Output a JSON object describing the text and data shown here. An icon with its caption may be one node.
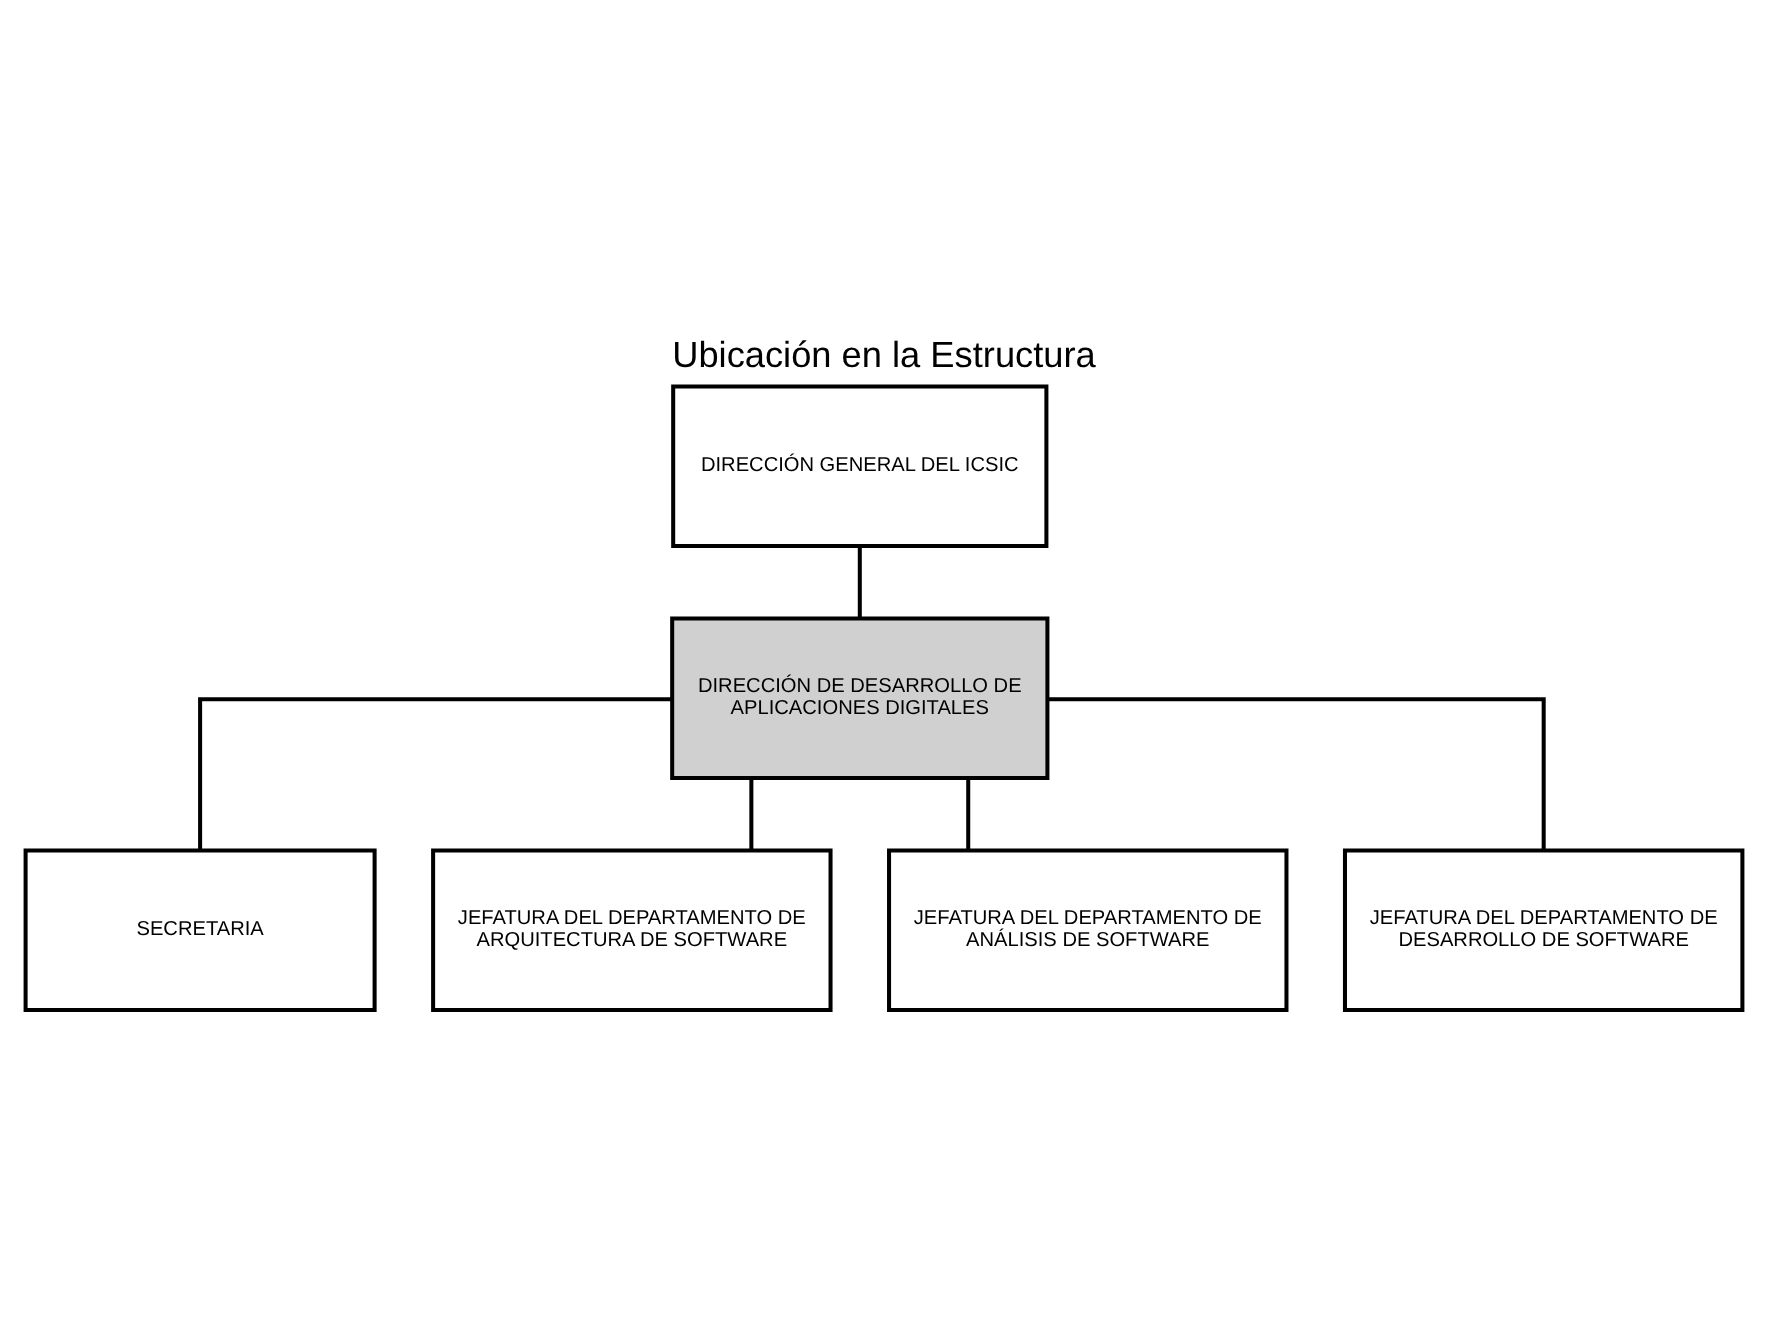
{
  "diagram": {
    "title": "Ubicación en la Estructura",
    "nodes": [
      {
        "text": [
          "DIRECCIÓN GENERAL DEL ICSIC"
        ]
      },
      {
        "text": [
          "DIRECCIÓN DE DESARROLLO DE APLICACIONES DIGITALES"
        ]
      },
      {
        "text": [
          "SECRETARIA"
        ]
      },
      {
        "text": [
          "JEFATURA DEL DEPARTAMENTO DE ARQUITECTURA DE SOFTWARE"
        ]
      },
      {
        "text": [
          "JEFATURA DEL DEPARTAMENTO DE ANÁLISIS DE SOFTWARE"
        ]
      },
      {
        "text": [
          "JEFATURA DEL DEPARTAMENTO DE DESARROLLO DE SOFTWARE"
        ]
      }
    ],
    "edges": [
      {
        "from": 0,
        "to": 1,
        "arrow": "none"
      },
      {
        "from": 1,
        "to": 2,
        "arrow": "none"
      },
      {
        "from": 1,
        "to": 3,
        "arrow": "none"
      },
      {
        "from": 1,
        "to": 4,
        "arrow": "none"
      },
      {
        "from": 1,
        "to": 5,
        "arrow": "none"
      }
    ]
  }
}
